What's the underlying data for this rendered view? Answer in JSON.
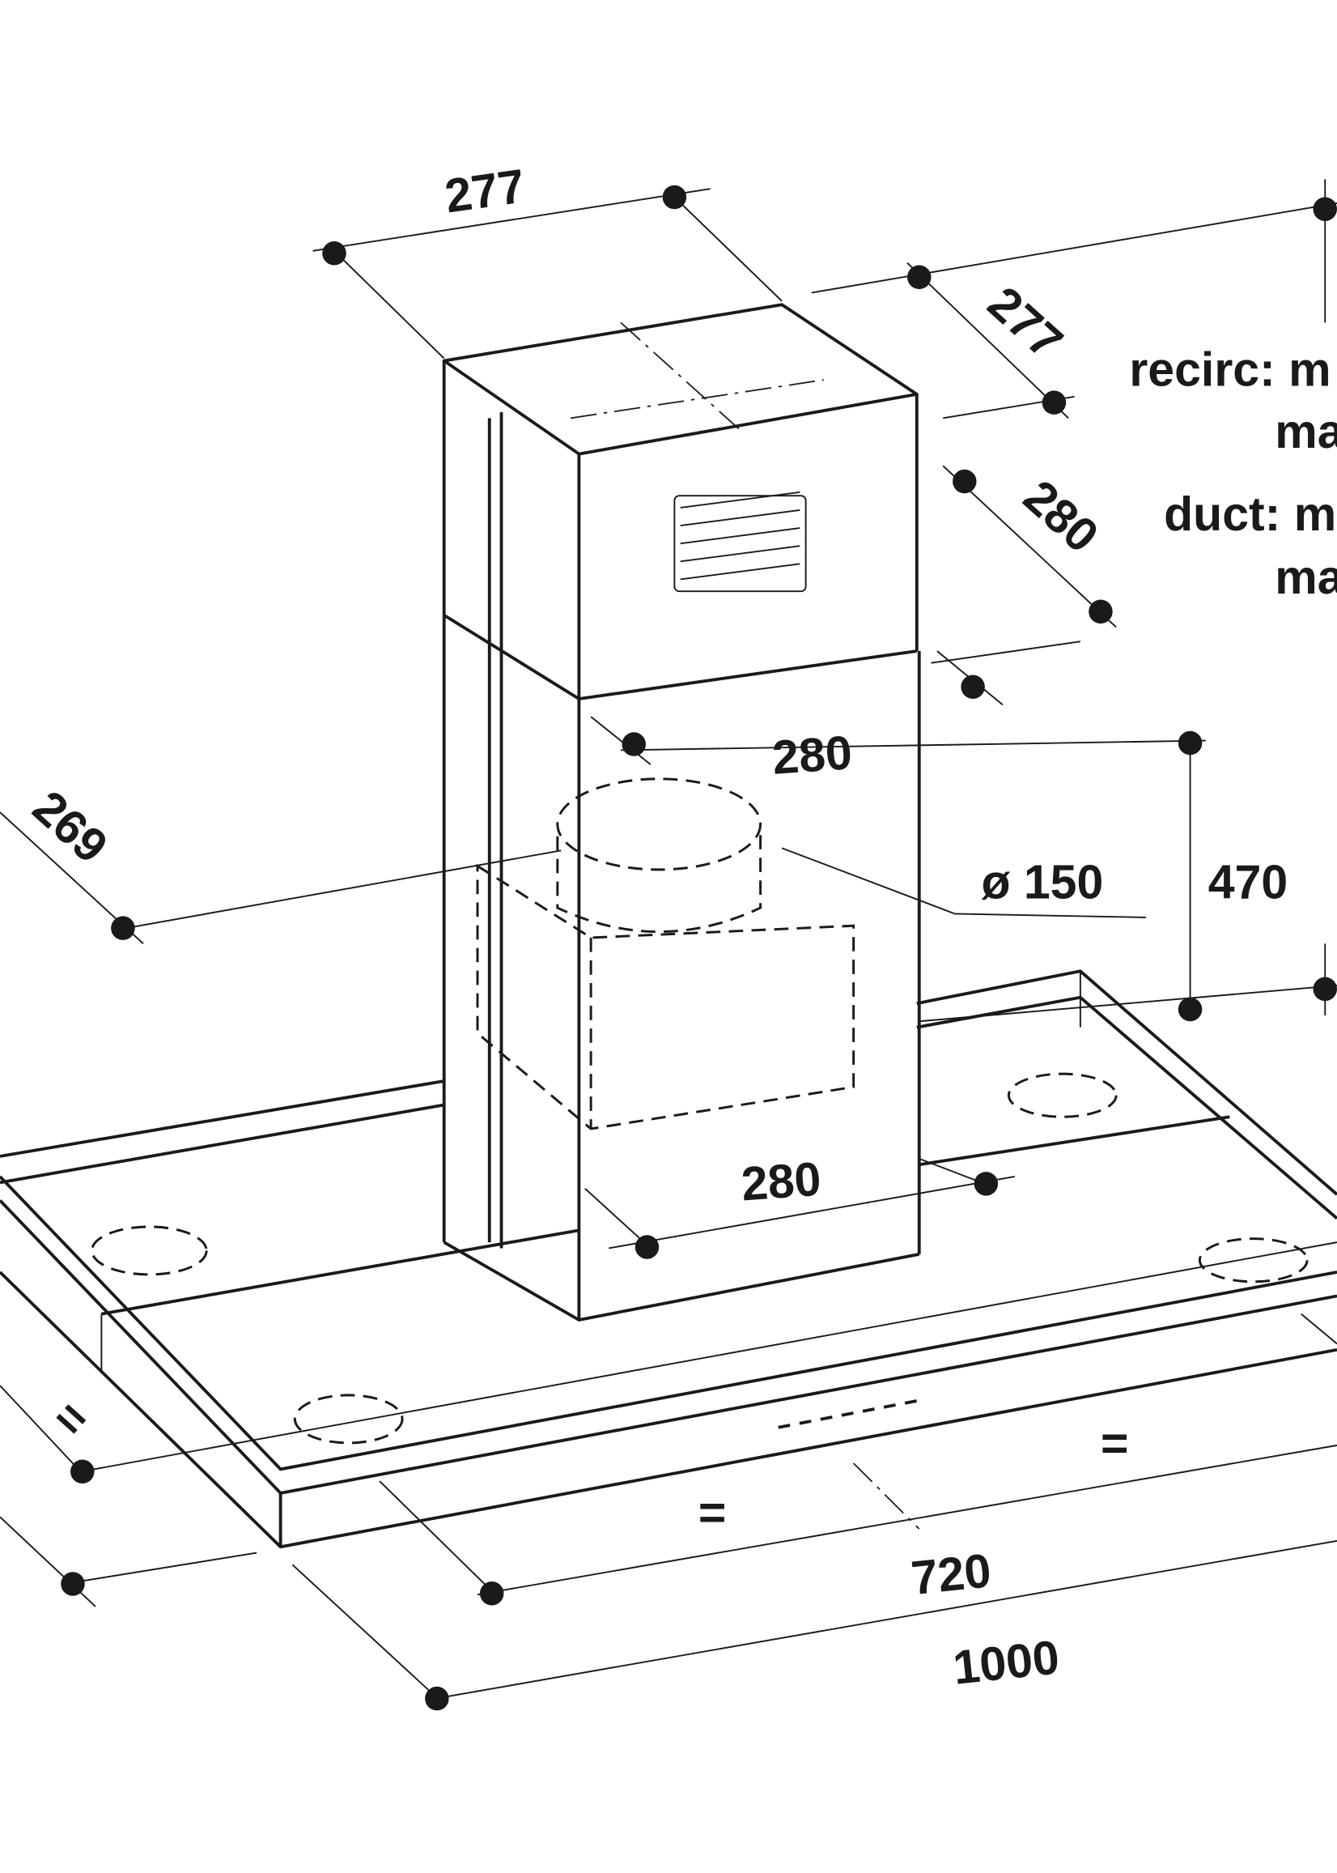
{
  "dimensions": {
    "chimney_top_width": "277",
    "chimney_top_depth": "277",
    "chimney_lower_depth_right": "280",
    "chimney_lower_width": "280",
    "chimney_bottom_width": "280",
    "side_depth": "269",
    "duct_diameter": "ø 150",
    "height_470": "470",
    "inner_width": "720",
    "total_width": "1000",
    "equal_left": "=",
    "equal_mid": "=",
    "equal_right": "="
  },
  "notes": {
    "recirc": "recirc: m",
    "recirc_line2": "ma",
    "duct": "duct: m",
    "duct_line2": "ma"
  }
}
